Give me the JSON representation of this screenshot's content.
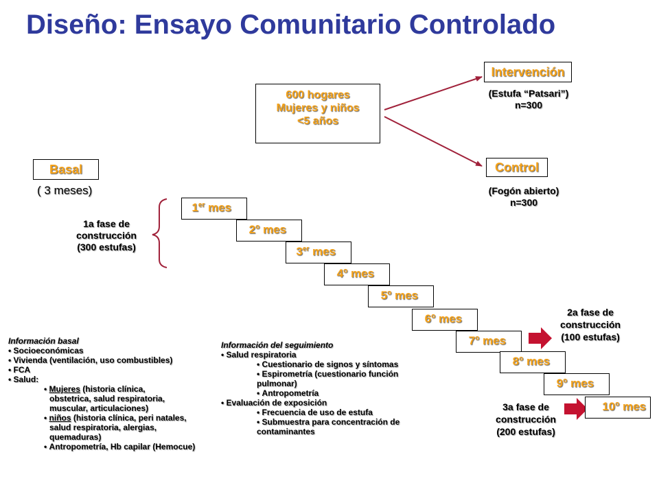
{
  "title": "Diseño: Ensayo Comunitario Controlado",
  "center_box": {
    "line1": "600 hogares",
    "line2": "Mujeres y niños",
    "line3": "<5 años"
  },
  "intervention": {
    "label": "Intervención",
    "desc": "(Estufa “Patsari”)",
    "n": "n=300"
  },
  "control": {
    "label": "Control",
    "desc": "(Fogón abierto)",
    "n": "n=300"
  },
  "basal": {
    "label": "Basal",
    "duration": "( 3 meses)"
  },
  "phase1": {
    "line1": "1a fase de",
    "line2": "construcción",
    "line3": "(300 estufas)"
  },
  "phase2": {
    "line1": "2a fase de",
    "line2": "construcción",
    "line3": "(100 estufas)"
  },
  "phase3": {
    "line1": "3a fase de",
    "line2": "construcción",
    "line3": "(200 estufas)"
  },
  "months": [
    {
      "num": "1",
      "sup": "er",
      "word": "mes"
    },
    {
      "num": "2",
      "sup": "o",
      "word": "mes"
    },
    {
      "num": "3",
      "sup": "er",
      "word": "mes"
    },
    {
      "num": "4",
      "sup": "o",
      "word": "mes"
    },
    {
      "num": "5",
      "sup": "o",
      "word": "mes"
    },
    {
      "num": "6",
      "sup": "o",
      "word": "mes"
    },
    {
      "num": "7",
      "sup": "o",
      "word": "mes"
    },
    {
      "num": "8",
      "sup": "o",
      "word": "mes"
    },
    {
      "num": "9",
      "sup": "o",
      "word": "mes"
    },
    {
      "num": "10",
      "sup": "o",
      "word": "mes"
    }
  ],
  "info_basal": {
    "title": "Información basal",
    "item1": "Socioeconómicas",
    "item2": "Vivienda (ventilación, uso  combustibles)",
    "item3": "FCA",
    "item4": "Salud:",
    "sub1_key": "Mujeres",
    "sub1_rest": " (historia  clínica,",
    "sub1_cont1": "obstetrica,  salud respiratoria,",
    "sub1_cont2": "muscular,  articulaciones)",
    "sub2_key": "niños",
    "sub2_rest": " (historia clínica, peri natales,",
    "sub2_cont1": "salud respiratoria,  alergias,",
    "sub2_cont2": "quemaduras)",
    "sub3": "Antropometría,  Hb capilar (Hemocue)"
  },
  "info_seguimiento": {
    "title": "Información del seguimiento",
    "item1": "Salud respiratoria",
    "sub1": "Cuestionario de signos y síntomas",
    "sub2": "Espirometría (cuestionario  función",
    "sub2_cont": "pulmonar)",
    "sub3": "Antropometría",
    "item2": "Evaluación de exposición",
    "sub4": "Frecuencia de uso de estufa",
    "sub5": "Submuestra para concentración de",
    "sub5_cont": "contaminantes"
  },
  "colors": {
    "title": "#2f3a9c",
    "orange": "#f5a219",
    "arrow": "#a0213a",
    "block_arrow": "#c41230"
  }
}
